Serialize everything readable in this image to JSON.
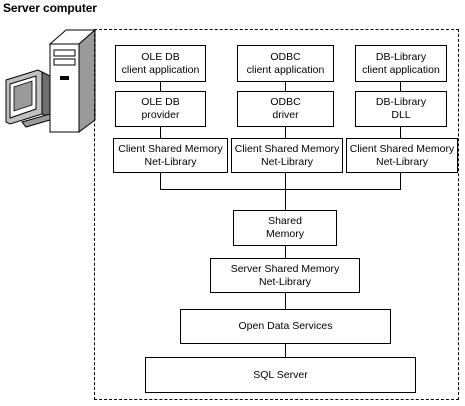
{
  "title": "Server computer",
  "columns": [
    {
      "app": [
        "OLE DB",
        "client application"
      ],
      "driver": [
        "OLE DB",
        "provider"
      ],
      "netlib": [
        "Client Shared Memory",
        "Net-Library"
      ]
    },
    {
      "app": [
        "ODBC",
        "client application"
      ],
      "driver": [
        "ODBC",
        "driver"
      ],
      "netlib": [
        "Client Shared Memory",
        "Net-Library"
      ]
    },
    {
      "app": [
        "DB-Library",
        "client application"
      ],
      "driver": [
        "DB-Library",
        "DLL"
      ],
      "netlib": [
        "Client Shared Memory",
        "Net-Library"
      ]
    }
  ],
  "shared_memory": [
    "Shared",
    "Memory"
  ],
  "server_netlib": [
    "Server Shared Memory",
    "Net-Library"
  ],
  "open_data_services": "Open Data Services",
  "sql_server": "SQL Server",
  "icons": [
    "server-computer-icon"
  ]
}
